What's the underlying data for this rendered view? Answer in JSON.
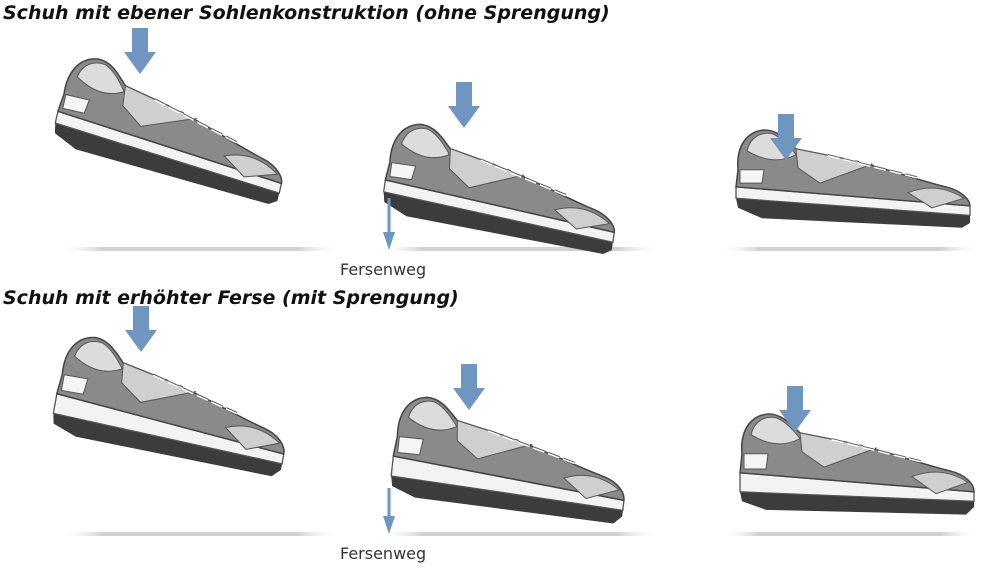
{
  "rows": [
    {
      "title": "Schuh mit ebener Sohlenkonstruktion (ohne Sprengung)",
      "heel_caption": "Fersenweg"
    },
    {
      "title": "Schuh mit erhöhter Ferse (mit Sprengung)",
      "heel_caption": "Fersenweg"
    }
  ],
  "colors": {
    "arrow": "#6e96c1",
    "upper": "#8a8a8a",
    "overlay": "#cfcfcf",
    "sole": "#f3f3f3",
    "outsole": "#3c3c3c",
    "lace": "#ffffff",
    "ground": "#d6d6d6"
  },
  "icons": {
    "force": "down-arrow-icon",
    "heel_path": "thin-down-arrow-icon",
    "shoe": "sneaker-illustration"
  }
}
